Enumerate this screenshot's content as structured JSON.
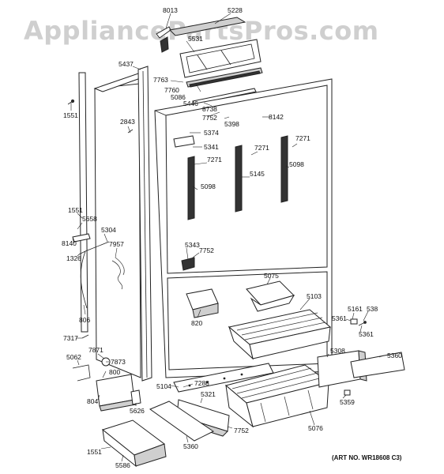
{
  "watermark": "AppliancePartsPros.com",
  "art_number": "(ART NO. WR18608 C3)",
  "callouts": {
    "c8013": "8013",
    "c5228": "5228",
    "c5531": "5531",
    "c5437": "5437",
    "c7763": "7763",
    "c7760": "7760",
    "c5086": "5086",
    "c5446": "5446",
    "c8738": "8738",
    "c1551a": "1551",
    "c2843": "2843",
    "c7752a": "7752",
    "c5374": "5374",
    "c5398": "5398",
    "c8142": "8142",
    "c5341": "5341",
    "c7271a": "7271",
    "c7271b": "7271",
    "c7271c": "7271",
    "c5145": "5145",
    "c5098a": "5098",
    "c5098b": "5098",
    "c1551b": "1551",
    "c5658": "5658",
    "c5304": "5304",
    "c8140": "8140",
    "c7957": "7957",
    "c1326": "1326",
    "c5343": "5343",
    "c7752b": "7752",
    "c5075": "5075",
    "c5103": "5103",
    "c5161": "5161",
    "c538": "538",
    "c5361a": "5361",
    "c5361b": "5361",
    "c820": "820",
    "c806": "806",
    "c7317": "7317",
    "c7871": "7871",
    "c5062": "5062",
    "c7873": "7873",
    "c800": "800",
    "c5308": "5308",
    "c5360a": "5360",
    "c5104": "5104",
    "c7288": "7288",
    "c804": "804",
    "c5626": "5626",
    "c5321": "5321",
    "c5359": "5359",
    "c7752c": "7752",
    "c5076": "5076",
    "c5360b": "5360",
    "c1551c": "1551",
    "c5586": "5586"
  }
}
